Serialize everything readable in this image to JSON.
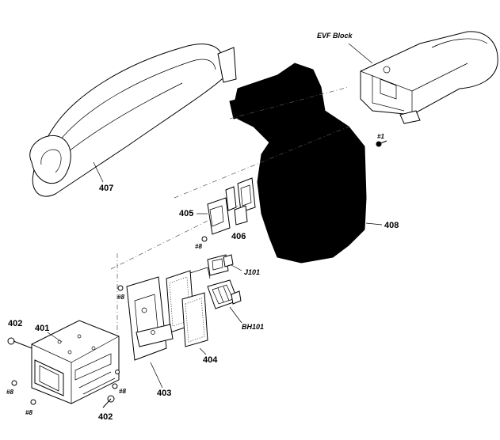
{
  "labels": {
    "evf_block": "EVF Block",
    "p407": "407",
    "p405": "405",
    "p406": "406",
    "p408": "408",
    "j101": "J101",
    "bh101": "BH101",
    "p404": "404",
    "p403": "403",
    "p401": "401",
    "p402_top": "402",
    "p402_bottom": "402",
    "s1": "#1",
    "s8_a": "#8",
    "s8_b": "#8",
    "s8_c": "#8",
    "s8_d": "#8",
    "s8_e": "#8"
  }
}
